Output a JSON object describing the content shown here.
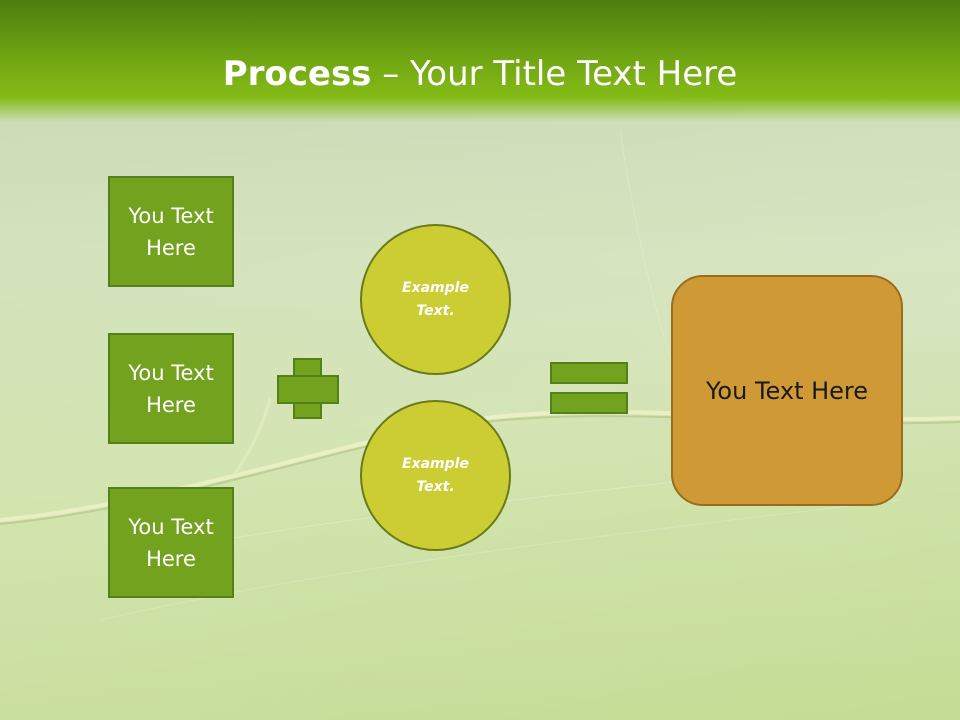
{
  "title": {
    "bold": "Process",
    "rest": " – Your Title Text Here"
  },
  "inputs": [
    "You Text Here",
    "You Text Here",
    "You Text Here"
  ],
  "circles": [
    "Example Text.",
    "Example Text."
  ],
  "result": "You Text Here",
  "colors": {
    "title_bar": "#6ea313",
    "input_box": "#72a21e",
    "circle": "#cccc33",
    "result_box": "#cf9936"
  },
  "icons": {
    "plus": "plus-icon",
    "equals": "equals-icon"
  }
}
